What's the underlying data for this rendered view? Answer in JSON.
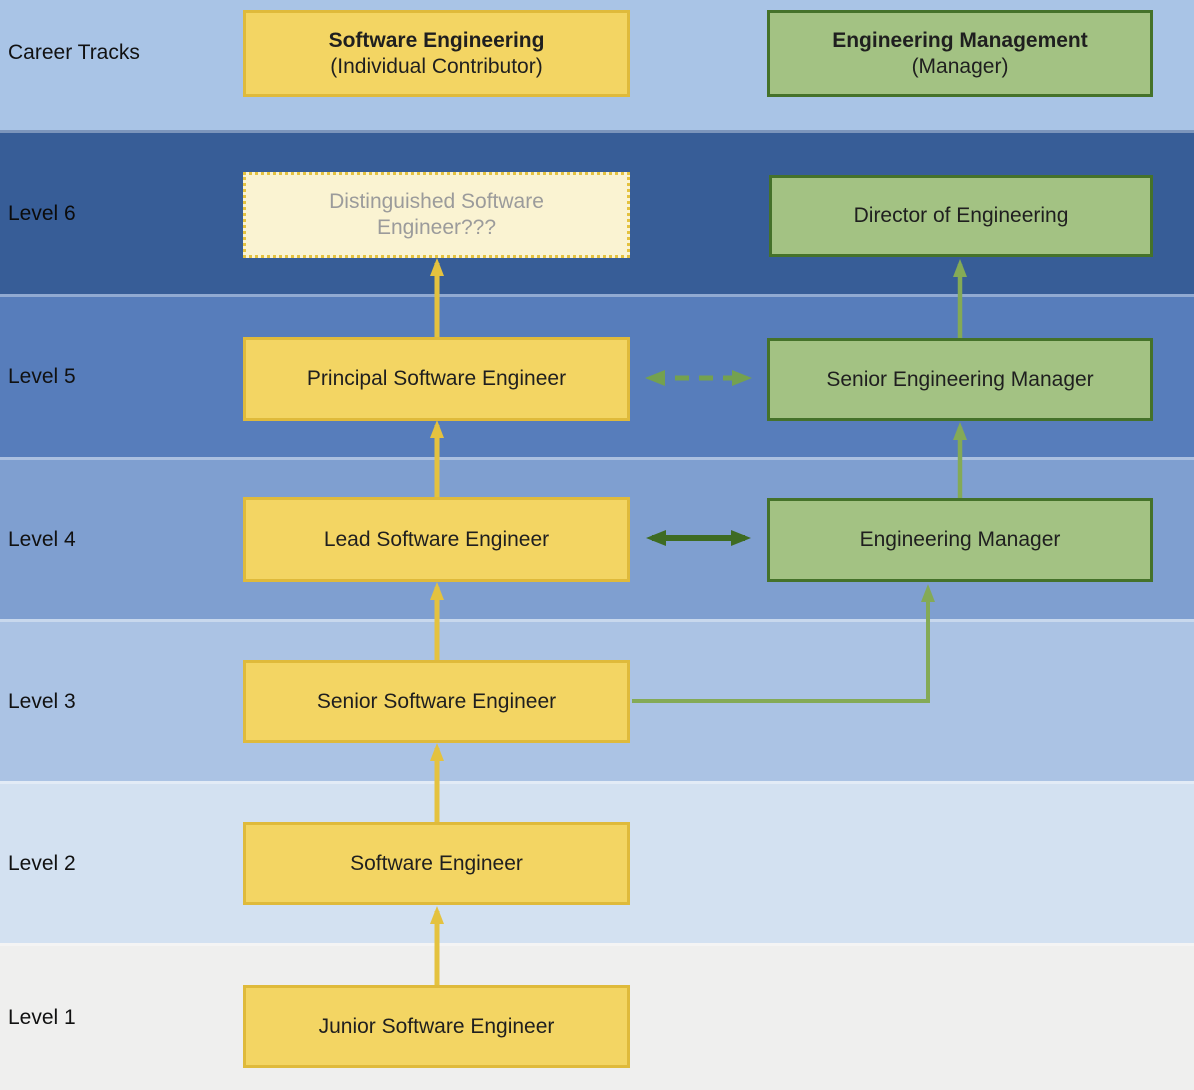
{
  "header_label": "Career Tracks",
  "tracks": {
    "ic": {
      "title": "Software Engineering",
      "subtitle": "(Individual Contributor)"
    },
    "mgmt": {
      "title": "Engineering Management",
      "subtitle": "(Manager)"
    }
  },
  "levels": [
    {
      "label": "Level 6",
      "ic": "Distinguished Software Engineer???",
      "mgmt": "Director of Engineering"
    },
    {
      "label": "Level 5",
      "ic": "Principal Software Engineer",
      "mgmt": "Senior Engineering Manager"
    },
    {
      "label": "Level 4",
      "ic": "Lead Software Engineer",
      "mgmt": "Engineering Manager"
    },
    {
      "label": "Level 3",
      "ic": "Senior Software Engineer"
    },
    {
      "label": "Level 2",
      "ic": "Software Engineer"
    },
    {
      "label": "Level 1",
      "ic": "Junior Software Engineer"
    }
  ],
  "bands": [
    "#a9c4e6",
    "#375d97",
    "#577dbb",
    "#7f9fd0",
    "#abc3e4",
    "#d3e1f1",
    "#efefee"
  ],
  "colors": {
    "ic_fill": "#f3d563",
    "ic_border": "#dfba3b",
    "ic_arrow": "#e4c23f",
    "proposed_fill": "#faf3d2",
    "proposed_border": "#e4c23f",
    "proposed_text": "#9b9b9b",
    "mgmt_fill": "#a3c283",
    "mgmt_border": "#45722a",
    "mgmt_arrow": "#84aa56",
    "cross_dashed_arrow": "#74a14f",
    "cross_solid_arrow": "#3e6b22",
    "text": "#1f1f1f"
  }
}
